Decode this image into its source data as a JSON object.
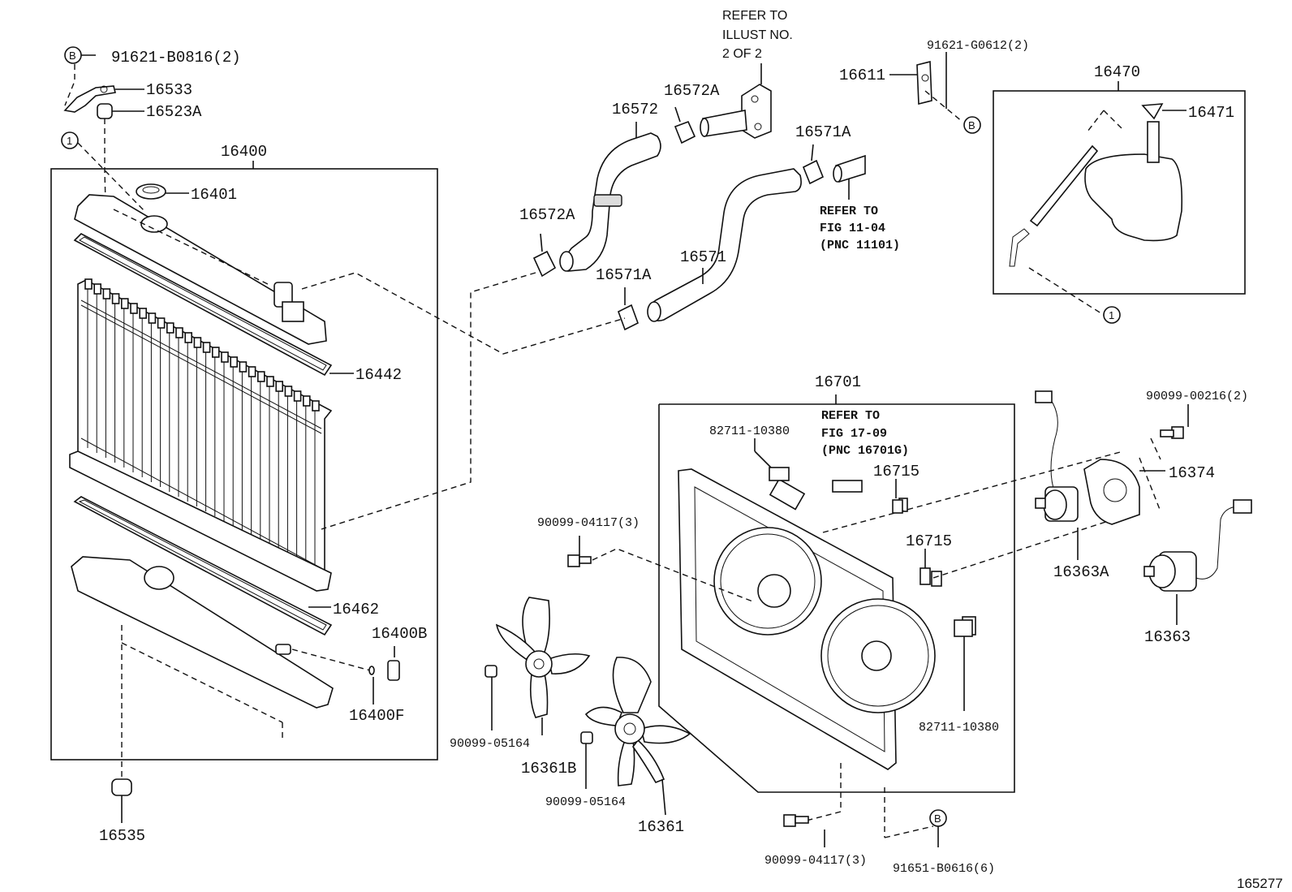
{
  "figure_number": "165277",
  "callouts": {
    "b_symbol": "B",
    "one_symbol": "1"
  },
  "part_labels": {
    "p91621_b0816": "91621-B0816(2)",
    "p16533": "16533",
    "p16523a": "16523A",
    "p16400": "16400",
    "p16401": "16401",
    "p16442": "16442",
    "p16462": "16462",
    "p16400b": "16400B",
    "p16400f": "16400F",
    "p16535": "16535",
    "p16572": "16572",
    "p16572a_top": "16572A",
    "p16572a_left": "16572A",
    "p16571": "16571",
    "p16571a_right": "16571A",
    "p16571a_left": "16571A",
    "p16611": "16611",
    "p91621_g0612": "91621-G0612(2)",
    "p16470": "16470",
    "p16471": "16471",
    "p16701": "16701",
    "p82711_top": "82711-10380",
    "p82711_bottom": "82711-10380",
    "p16715_top": "16715",
    "p16715_bottom": "16715",
    "p90099_04117_left": "90099-04117(3)",
    "p90099_04117_bottom": "90099-04117(3)",
    "p90099_05164_left": "90099-05164",
    "p90099_05164_bottom": "90099-05164",
    "p16361b": "16361B",
    "p16361": "16361",
    "p90099_00216": "90099-00216(2)",
    "p16374": "16374",
    "p16363a": "16363A",
    "p16363": "16363",
    "p91651_b0616": "91651-B0616(6)"
  },
  "notes": {
    "refer_illust": [
      "REFER TO",
      "ILLUST NO.",
      "2 OF 2"
    ],
    "refer_fig_11": [
      "REFER TO",
      "FIG 11-04",
      "(PNC 11101)"
    ],
    "refer_fig_17": [
      "REFER TO",
      "FIG 17-09",
      "(PNC 16701G)"
    ]
  }
}
